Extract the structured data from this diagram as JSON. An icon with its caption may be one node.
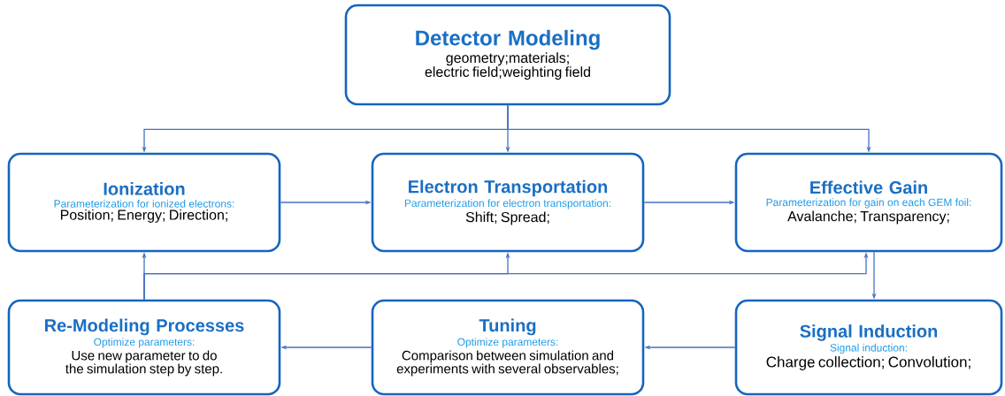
{
  "diagram": {
    "nodes": [
      {
        "text": [
          "Detector Modeling",
          "geometry;materials; electric field;weighting field"
        ]
      },
      {
        "text": [
          "Ionization",
          "Parameterization for ionized electrons:",
          "Position; Energy; Direction;"
        ]
      },
      {
        "text": [
          "Electron Transportation",
          "Parameterization for electron transportation:",
          "Shift; Spread;"
        ]
      },
      {
        "text": [
          "Effective Gain",
          "Parameterization for gain on each GEM foil:",
          "Avalanche; Transparency;"
        ]
      },
      {
        "text": [
          "Re-Modeling Processes",
          "Optimize parameters:",
          "Use new parameter to do the simulation step by step."
        ]
      },
      {
        "text": [
          "Tuning",
          "Optimize parameters:",
          "Comparison between simulation and experiments with several observables;"
        ]
      },
      {
        "text": [
          "Signal Induction",
          "Signal induction:",
          "Charge collection; Convolution;"
        ]
      }
    ],
    "edges": [
      {
        "from": 0,
        "to": 1,
        "arrow": "to"
      },
      {
        "from": 0,
        "to": 2,
        "arrow": "to"
      },
      {
        "from": 0,
        "to": 3,
        "arrow": "to"
      },
      {
        "from": 1,
        "to": 2,
        "arrow": "to"
      },
      {
        "from": 2,
        "to": 3,
        "arrow": "to"
      },
      {
        "from": 3,
        "to": 6,
        "arrow": "to"
      },
      {
        "from": 6,
        "to": 5,
        "arrow": "to"
      },
      {
        "from": 5,
        "to": 4,
        "arrow": "to"
      },
      {
        "from": 4,
        "to": 1,
        "arrow": "to"
      },
      {
        "from": 4,
        "to": 2,
        "arrow": "to"
      },
      {
        "from": 4,
        "to": 3,
        "arrow": "to"
      }
    ]
  }
}
